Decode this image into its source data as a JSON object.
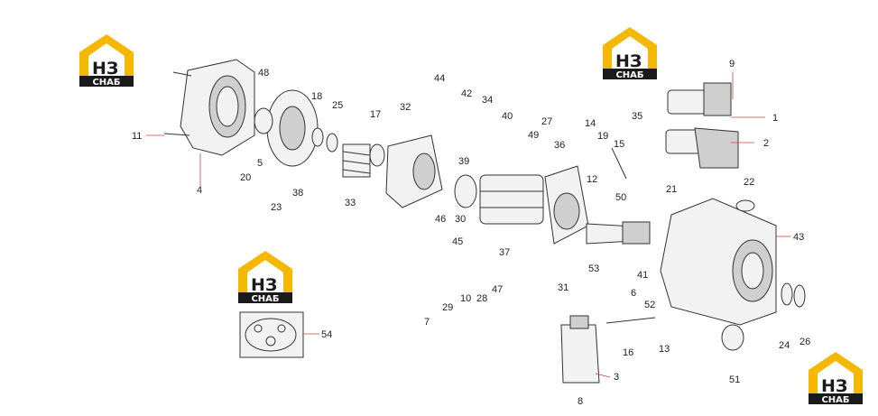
{
  "brand": {
    "letters": "НЗ",
    "name": "СНАБ",
    "colors": {
      "yellow": "#f5b800",
      "dark": "#1a1a1a",
      "white": "#ffffff"
    }
  },
  "callouts": [
    "1",
    "2",
    "3",
    "4",
    "5",
    "6",
    "7",
    "8",
    "9",
    "10",
    "11",
    "12",
    "13",
    "14",
    "15",
    "16",
    "17",
    "18",
    "19",
    "20",
    "21",
    "22",
    "23",
    "24",
    "25",
    "26",
    "27",
    "28",
    "29",
    "30",
    "31",
    "32",
    "33",
    "34",
    "35",
    "36",
    "37",
    "38",
    "39",
    "40",
    "41",
    "42",
    "43",
    "44",
    "45",
    "46",
    "47",
    "48",
    "49",
    "50",
    "51",
    "52",
    "53",
    "54"
  ]
}
